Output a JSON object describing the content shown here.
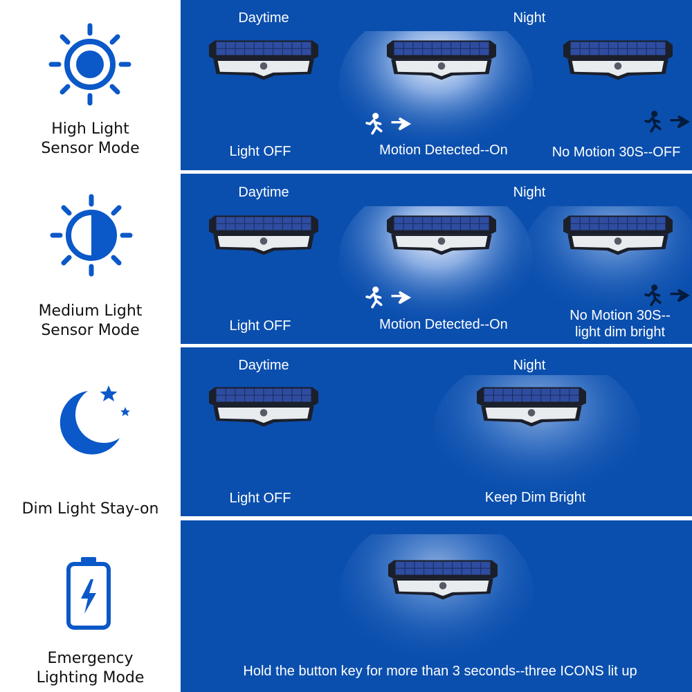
{
  "colors": {
    "panel_blue": "#0b4fae",
    "icon_blue": "#0b58c8",
    "text_white": "#ffffff",
    "label_black": "#111111"
  },
  "modes": [
    {
      "icon": "sun-icon",
      "label_lines": [
        "High Light",
        "Sensor Mode"
      ],
      "period_labels": [
        "Daytime",
        "Night"
      ],
      "states": [
        "Light OFF",
        "Motion Detected--On",
        "No Motion 30S--OFF"
      ]
    },
    {
      "icon": "half-sun-icon",
      "label_lines": [
        "Medium Light",
        "Sensor Mode"
      ],
      "period_labels": [
        "Daytime",
        "Night"
      ],
      "states": [
        "Light OFF",
        "Motion Detected--On",
        "No Motion 30S--",
        "light dim bright"
      ]
    },
    {
      "icon": "moon-stars-icon",
      "label_lines": [
        "Dim Light Stay-on"
      ],
      "period_labels": [
        "Daytime",
        "Night"
      ],
      "states": [
        "Light OFF",
        "Keep Dim Bright"
      ]
    },
    {
      "icon": "battery-bolt-icon",
      "label_lines": [
        "Emergency",
        "Lighting Mode"
      ],
      "period_labels": [],
      "states": [
        "Hold the button key for more than 3 seconds--three ICONS lit up"
      ]
    }
  ]
}
